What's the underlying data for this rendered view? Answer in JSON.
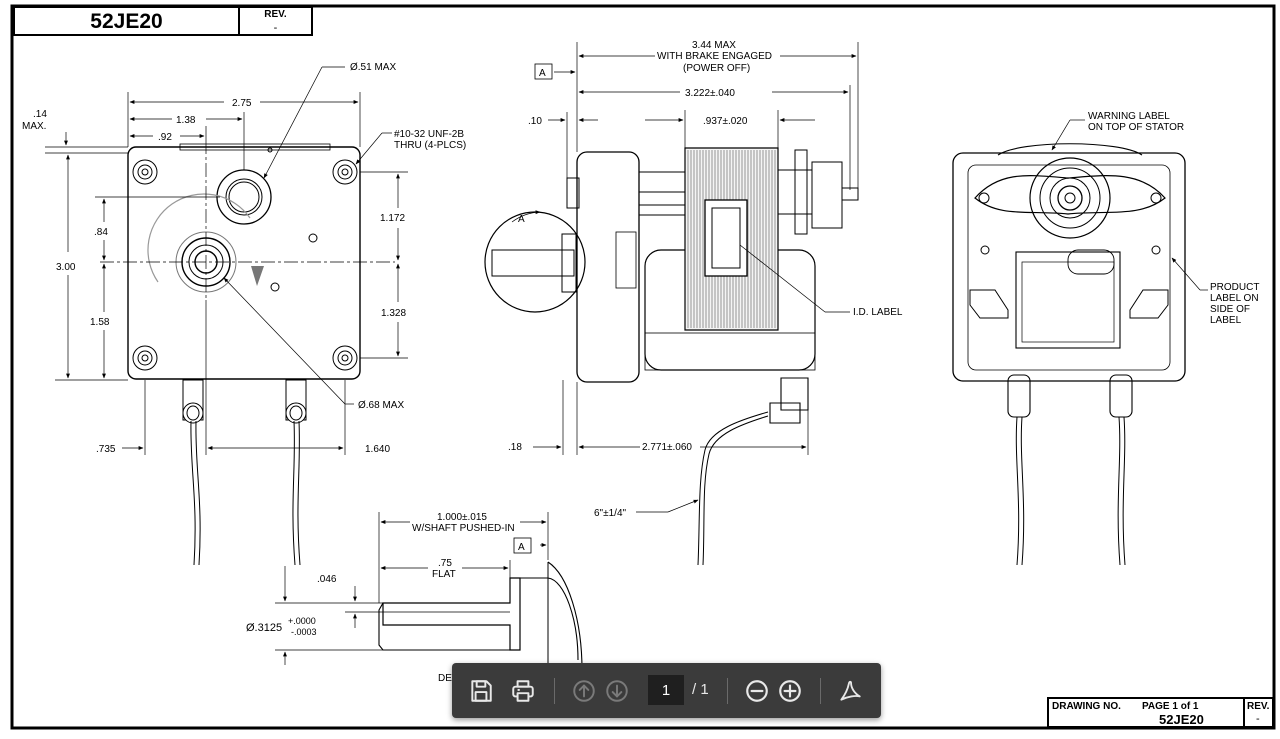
{
  "title_block_top": {
    "part_number": "52JE20",
    "rev_label": "REV.",
    "rev_value": "-"
  },
  "title_block_bottom": {
    "drawing_no_label": "DRAWING NO.",
    "page_label": "PAGE 1 of 1",
    "part_number": "52JE20",
    "rev_label": "REV.",
    "rev_value": "-"
  },
  "front_view": {
    "d_51": "Ø.51 MAX",
    "d_275": "2.75",
    "d_138": "1.38",
    "d_92": ".92",
    "d_14": ".14",
    "d_max": "MAX.",
    "thread_1": "#10-32 UNF-2B",
    "thread_2": "THRU (4-PLCS)",
    "d_1172": "1.172",
    "d_84": ".84",
    "d_300": "3.00",
    "d_158": "1.58",
    "d_1328": "1.328",
    "d_68": "Ø.68 MAX",
    "d_735": ".735",
    "d_1640": "1.640"
  },
  "side_view": {
    "datum_a": "A",
    "d_344_1": "3.44 MAX",
    "d_344_2": "WITH BRAKE ENGAGED",
    "d_344_3": "(POWER OFF)",
    "d_3222": "3.222±.040",
    "d_10": ".10",
    "d_937": ".937±.020",
    "detail_a": "A",
    "id_label": "I.D. LABEL",
    "d_18": ".18",
    "d_2771": "2.771±.060",
    "lead_len": "6\"±1/4\""
  },
  "rear_view": {
    "warn_1": "WARNING LABEL",
    "warn_2": "ON TOP OF STATOR",
    "prod_1": "PRODUCT",
    "prod_2": "LABEL ON",
    "prod_3": "SIDE OF",
    "prod_4": "LABEL"
  },
  "shaft_detail": {
    "d_1000_1": "1.000±.015",
    "d_1000_2": "W/SHAFT PUSHED-IN",
    "datum_a": "A",
    "d_75_1": ".75",
    "d_75_2": "FLAT",
    "d_046": ".046",
    "d_3125": "Ø.3125",
    "tol_plus": "+.0000",
    "tol_minus": "-.0003",
    "detail_label": "DE"
  },
  "toolbar": {
    "icons": [
      "save-icon",
      "print-icon",
      "arrow-up-circle-icon",
      "arrow-down-circle-icon",
      "zoom-out-icon",
      "zoom-in-icon",
      "acrobat-icon"
    ],
    "current_page": "1",
    "total_pages": "/ 1",
    "background_color": "#3b3b3b",
    "icon_color": "#e8e8e8",
    "disabled_icon_color": "#7a7a7a"
  }
}
